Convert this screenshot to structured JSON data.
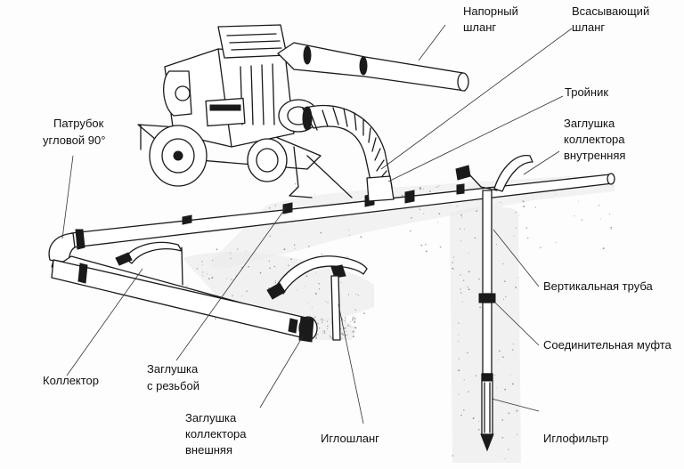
{
  "labels": {
    "discharge_hose": [
      "Напорный",
      "шланг"
    ],
    "suction_hose": [
      "Всасывающий",
      "шланг"
    ],
    "tee": [
      "Тройник"
    ],
    "elbow": [
      "Патрубок",
      "угловой 90°"
    ],
    "inner_cap": [
      "Заглушка",
      "коллектора",
      "внутренняя"
    ],
    "vertical_pipe": [
      "Вертикальная труба"
    ],
    "coupling": [
      "Соединительная муфта"
    ],
    "collector": [
      "Коллектор"
    ],
    "threaded_cap": [
      "Заглушка",
      "с резьбой"
    ],
    "outer_cap": [
      "Заглушка",
      "коллектора",
      "внешняя"
    ],
    "needle_hose": [
      "Иглошланг"
    ],
    "needle_filter": [
      "Иглофильтр"
    ]
  },
  "colors": {
    "ink": "#1a1a1a",
    "soil": "#e9e9e9"
  }
}
